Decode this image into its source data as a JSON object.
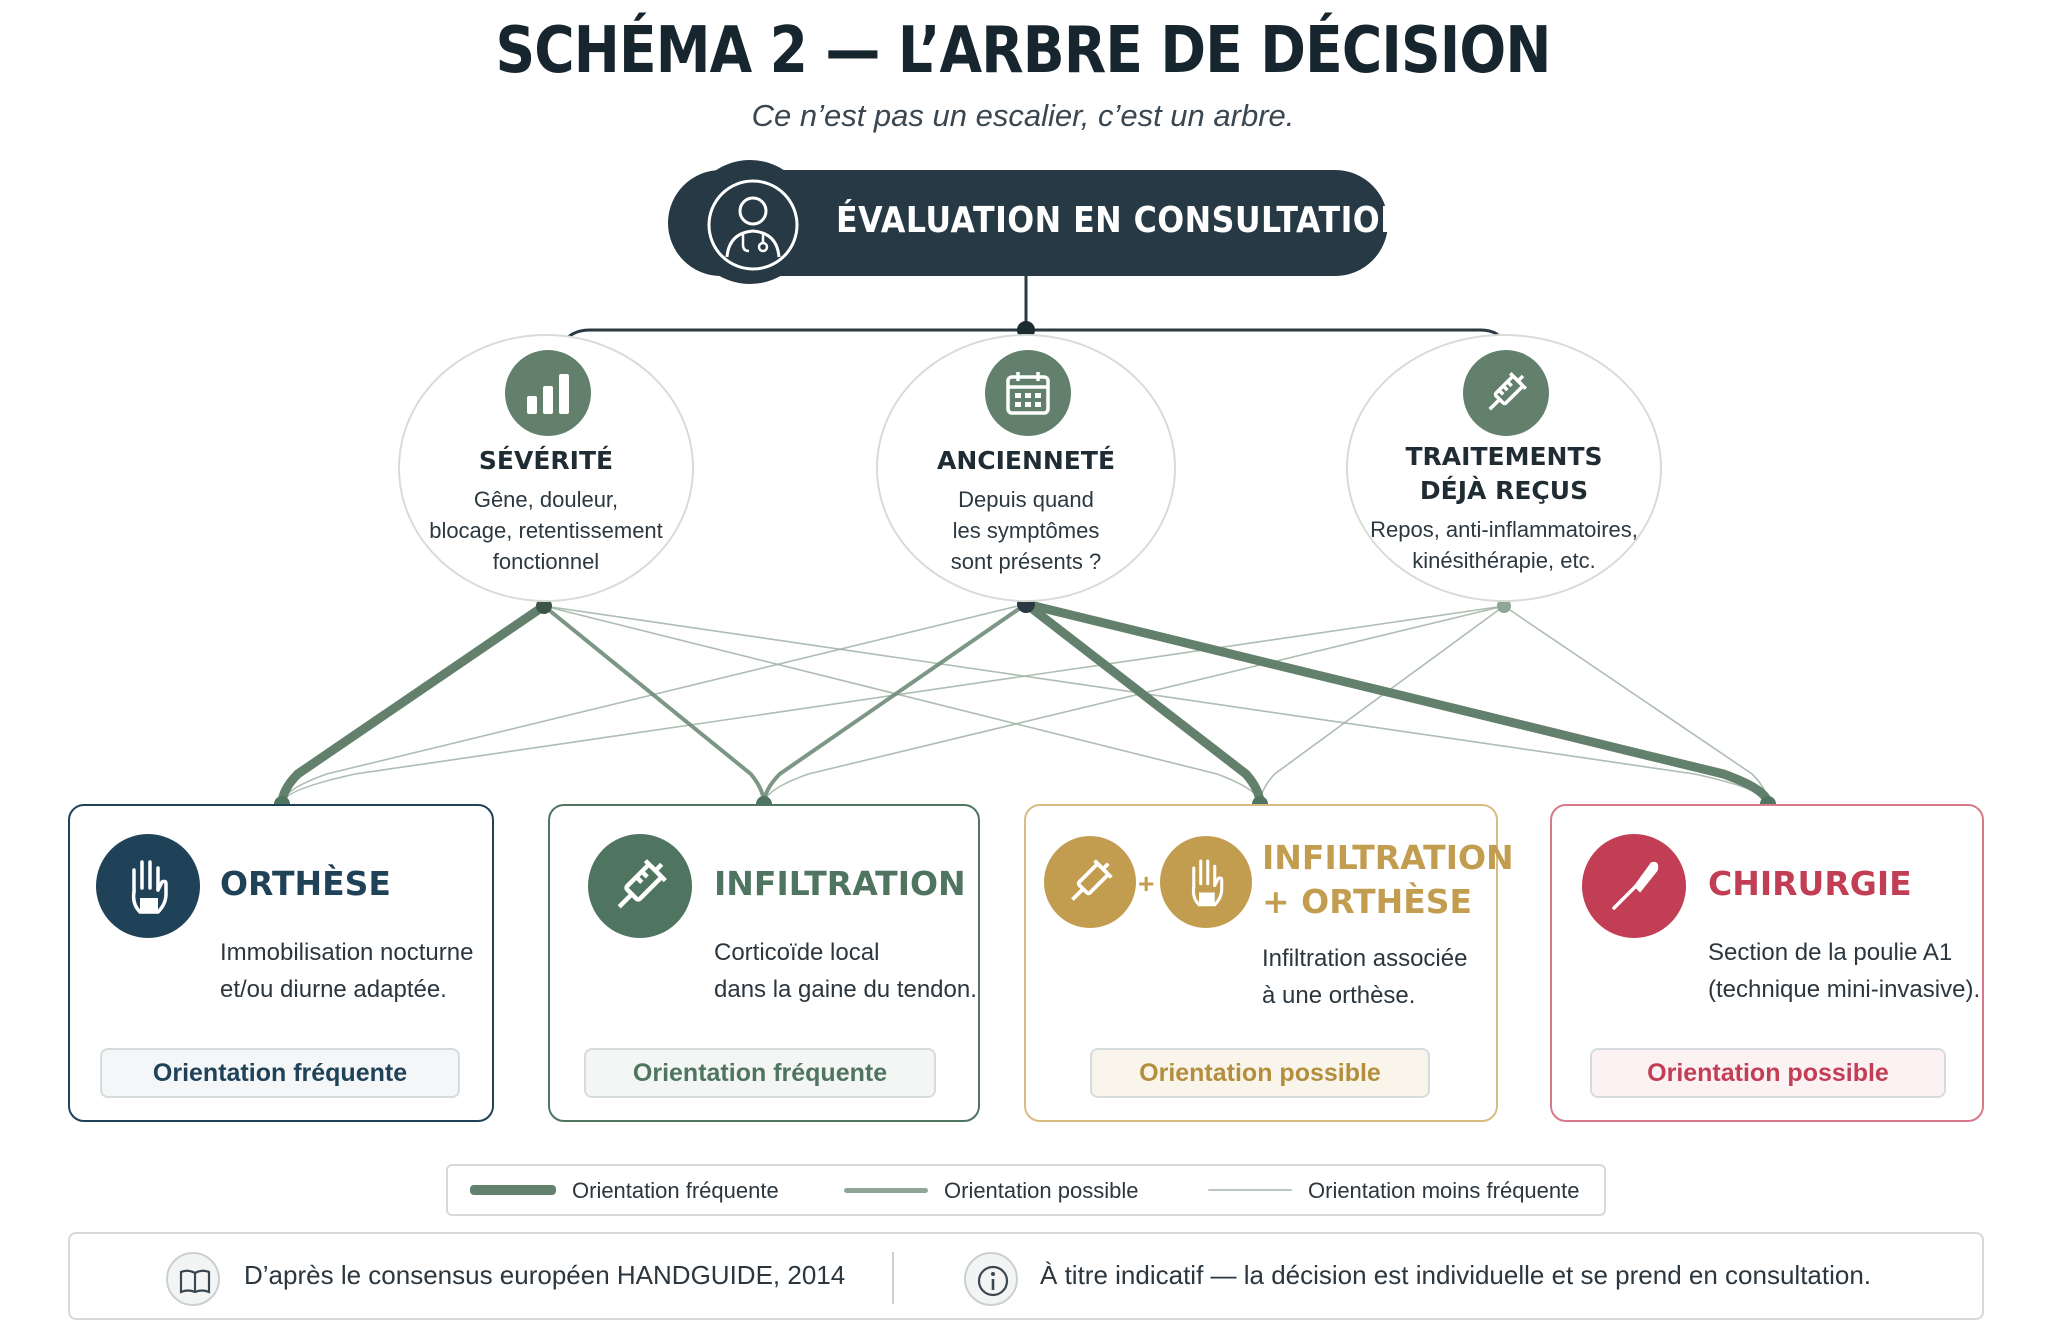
{
  "title": "SCHÉMA 2 — L’ARBRE DE DÉCISION",
  "subtitle": "Ce n’est pas un escalier, c’est un arbre.",
  "root": {
    "label": "ÉVALUATION EN CONSULTATION",
    "icon": "doctor-icon"
  },
  "criteria": [
    {
      "id": "severite",
      "icon": "bar-chart-icon",
      "label": "SÉVÉRITÉ",
      "desc": [
        "Gêne, douleur,",
        "blocage, retentissement",
        "fonctionnel"
      ]
    },
    {
      "id": "anciennete",
      "icon": "calendar-icon",
      "label": "ANCIENNETÉ",
      "desc": [
        "Depuis quand",
        "les symptômes",
        "sont présents ?"
      ]
    },
    {
      "id": "traitements",
      "icon": "syringe-icon",
      "label_lines": [
        "TRAITEMENTS",
        "DÉJÀ REÇUS"
      ],
      "desc": [
        "Repos, anti-inflammatoires,",
        "kinésithérapie, etc."
      ]
    }
  ],
  "outcomes": [
    {
      "id": "orthese",
      "icon": "hand-splint-icon",
      "title": [
        "ORTHÈSE"
      ],
      "desc": [
        "Immobilisation nocturne",
        "et/ou diurne adaptée."
      ],
      "badge": "Orientation fréquente",
      "color": "#1f4259"
    },
    {
      "id": "infiltration",
      "icon": "syringe-icon",
      "title": [
        "INFILTRATION"
      ],
      "desc": [
        "Corticoïde local",
        "dans la gaine du tendon."
      ],
      "badge": "Orientation fréquente",
      "color": "#4f7560"
    },
    {
      "id": "infiltration-orthese",
      "icon": "syringe-plus-hand-icon",
      "title": [
        "INFILTRATION",
        "+ ORTHÈSE"
      ],
      "desc": [
        "Infiltration associée",
        "à une orthèse."
      ],
      "badge": "Orientation possible",
      "color": "#c29d50"
    },
    {
      "id": "chirurgie",
      "icon": "scalpel-icon",
      "title": [
        "CHIRURGIE"
      ],
      "desc": [
        "Section de la poulie A1",
        "(technique mini-invasive)."
      ],
      "badge": "Orientation possible",
      "color": "#c23e55"
    }
  ],
  "links": [
    {
      "from": "severite",
      "to": "orthese",
      "weight": "fréquente"
    },
    {
      "from": "severite",
      "to": "infiltration",
      "weight": "possible"
    },
    {
      "from": "severite",
      "to": "infiltration-orthese",
      "weight": "moins fréquente"
    },
    {
      "from": "severite",
      "to": "chirurgie",
      "weight": "moins fréquente"
    },
    {
      "from": "anciennete",
      "to": "orthese",
      "weight": "moins fréquente"
    },
    {
      "from": "anciennete",
      "to": "infiltration",
      "weight": "possible"
    },
    {
      "from": "anciennete",
      "to": "infiltration-orthese",
      "weight": "fréquente"
    },
    {
      "from": "anciennete",
      "to": "chirurgie",
      "weight": "fréquente"
    },
    {
      "from": "traitements",
      "to": "orthese",
      "weight": "moins fréquente"
    },
    {
      "from": "traitements",
      "to": "infiltration",
      "weight": "moins fréquente"
    },
    {
      "from": "traitements",
      "to": "infiltration-orthese",
      "weight": "moins fréquente"
    },
    {
      "from": "traitements",
      "to": "chirurgie",
      "weight": "moins fréquente"
    }
  ],
  "legend": [
    {
      "weight": "fréquente",
      "label": "Orientation fréquente"
    },
    {
      "weight": "possible",
      "label": "Orientation possible"
    },
    {
      "weight": "moins fréquente",
      "label": "Orientation moins fréquente"
    }
  ],
  "footer": {
    "source": "D’après le consensus européen HANDGUIDE, 2014",
    "source_icon": "book-icon",
    "note": "À titre indicatif — la décision est individuelle et se prend en consultation.",
    "note_icon": "info-icon"
  },
  "colors": {
    "dark": "#263944",
    "green": "#62806c",
    "gold": "#c29d50",
    "red": "#c23e55",
    "navy": "#1f4259"
  }
}
